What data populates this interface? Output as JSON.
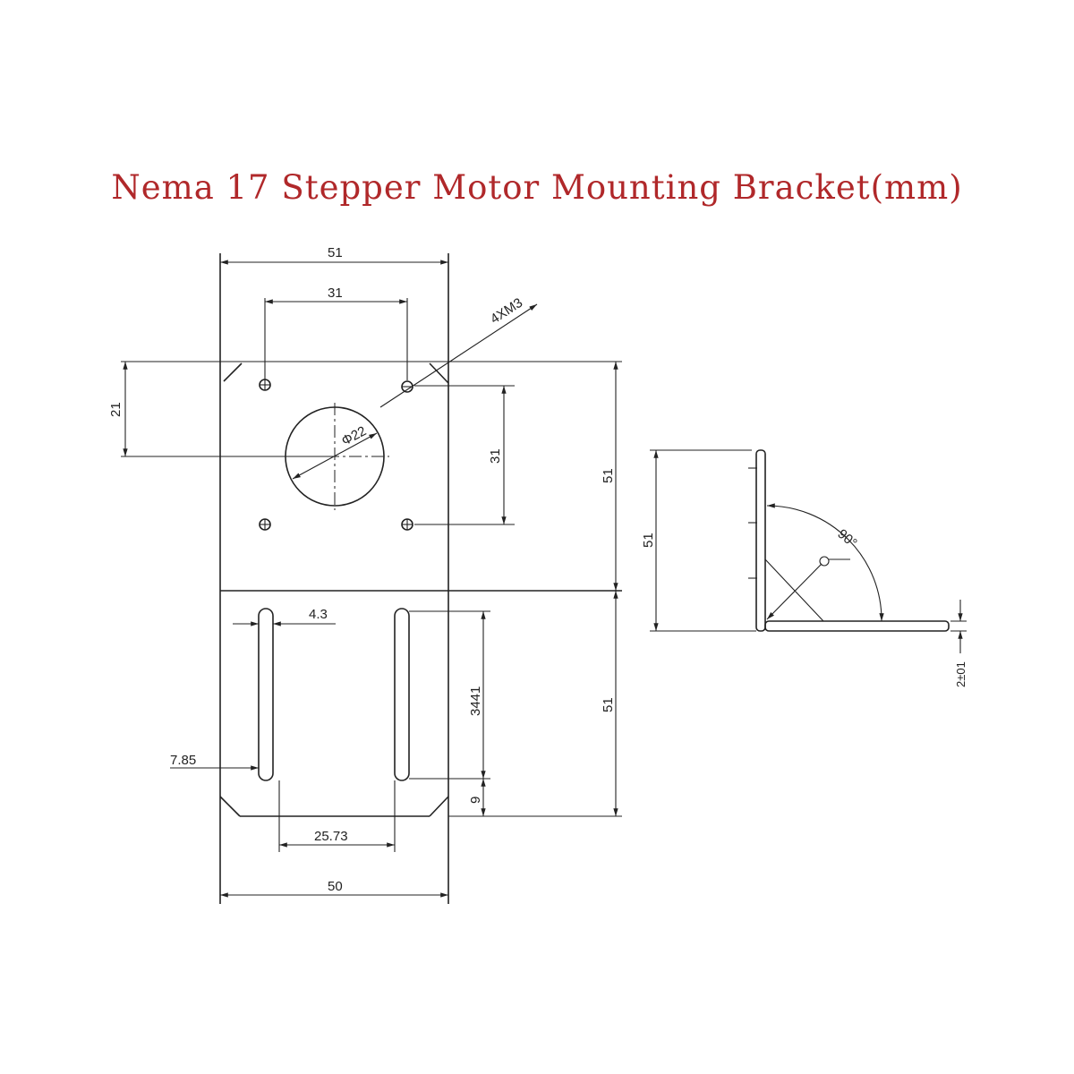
{
  "title": "Nema 17 Stepper Motor Mounting Bracket(mm)",
  "dimensions": {
    "top_width": "51",
    "hole_spacing_h": "31",
    "screw_holes": "4XM3",
    "center_offset": "21",
    "shaft_hole": "Φ22",
    "hole_spacing_v": "31",
    "upper_height": "51",
    "slot_width": "4.3",
    "slot_length": "3441",
    "lower_height": "51",
    "slot_edge_offset": "7.85",
    "bottom_offset": "9",
    "slot_spacing": "25.73",
    "bottom_width": "50",
    "side_height": "51",
    "angle": "90°",
    "thickness": "2±01"
  }
}
